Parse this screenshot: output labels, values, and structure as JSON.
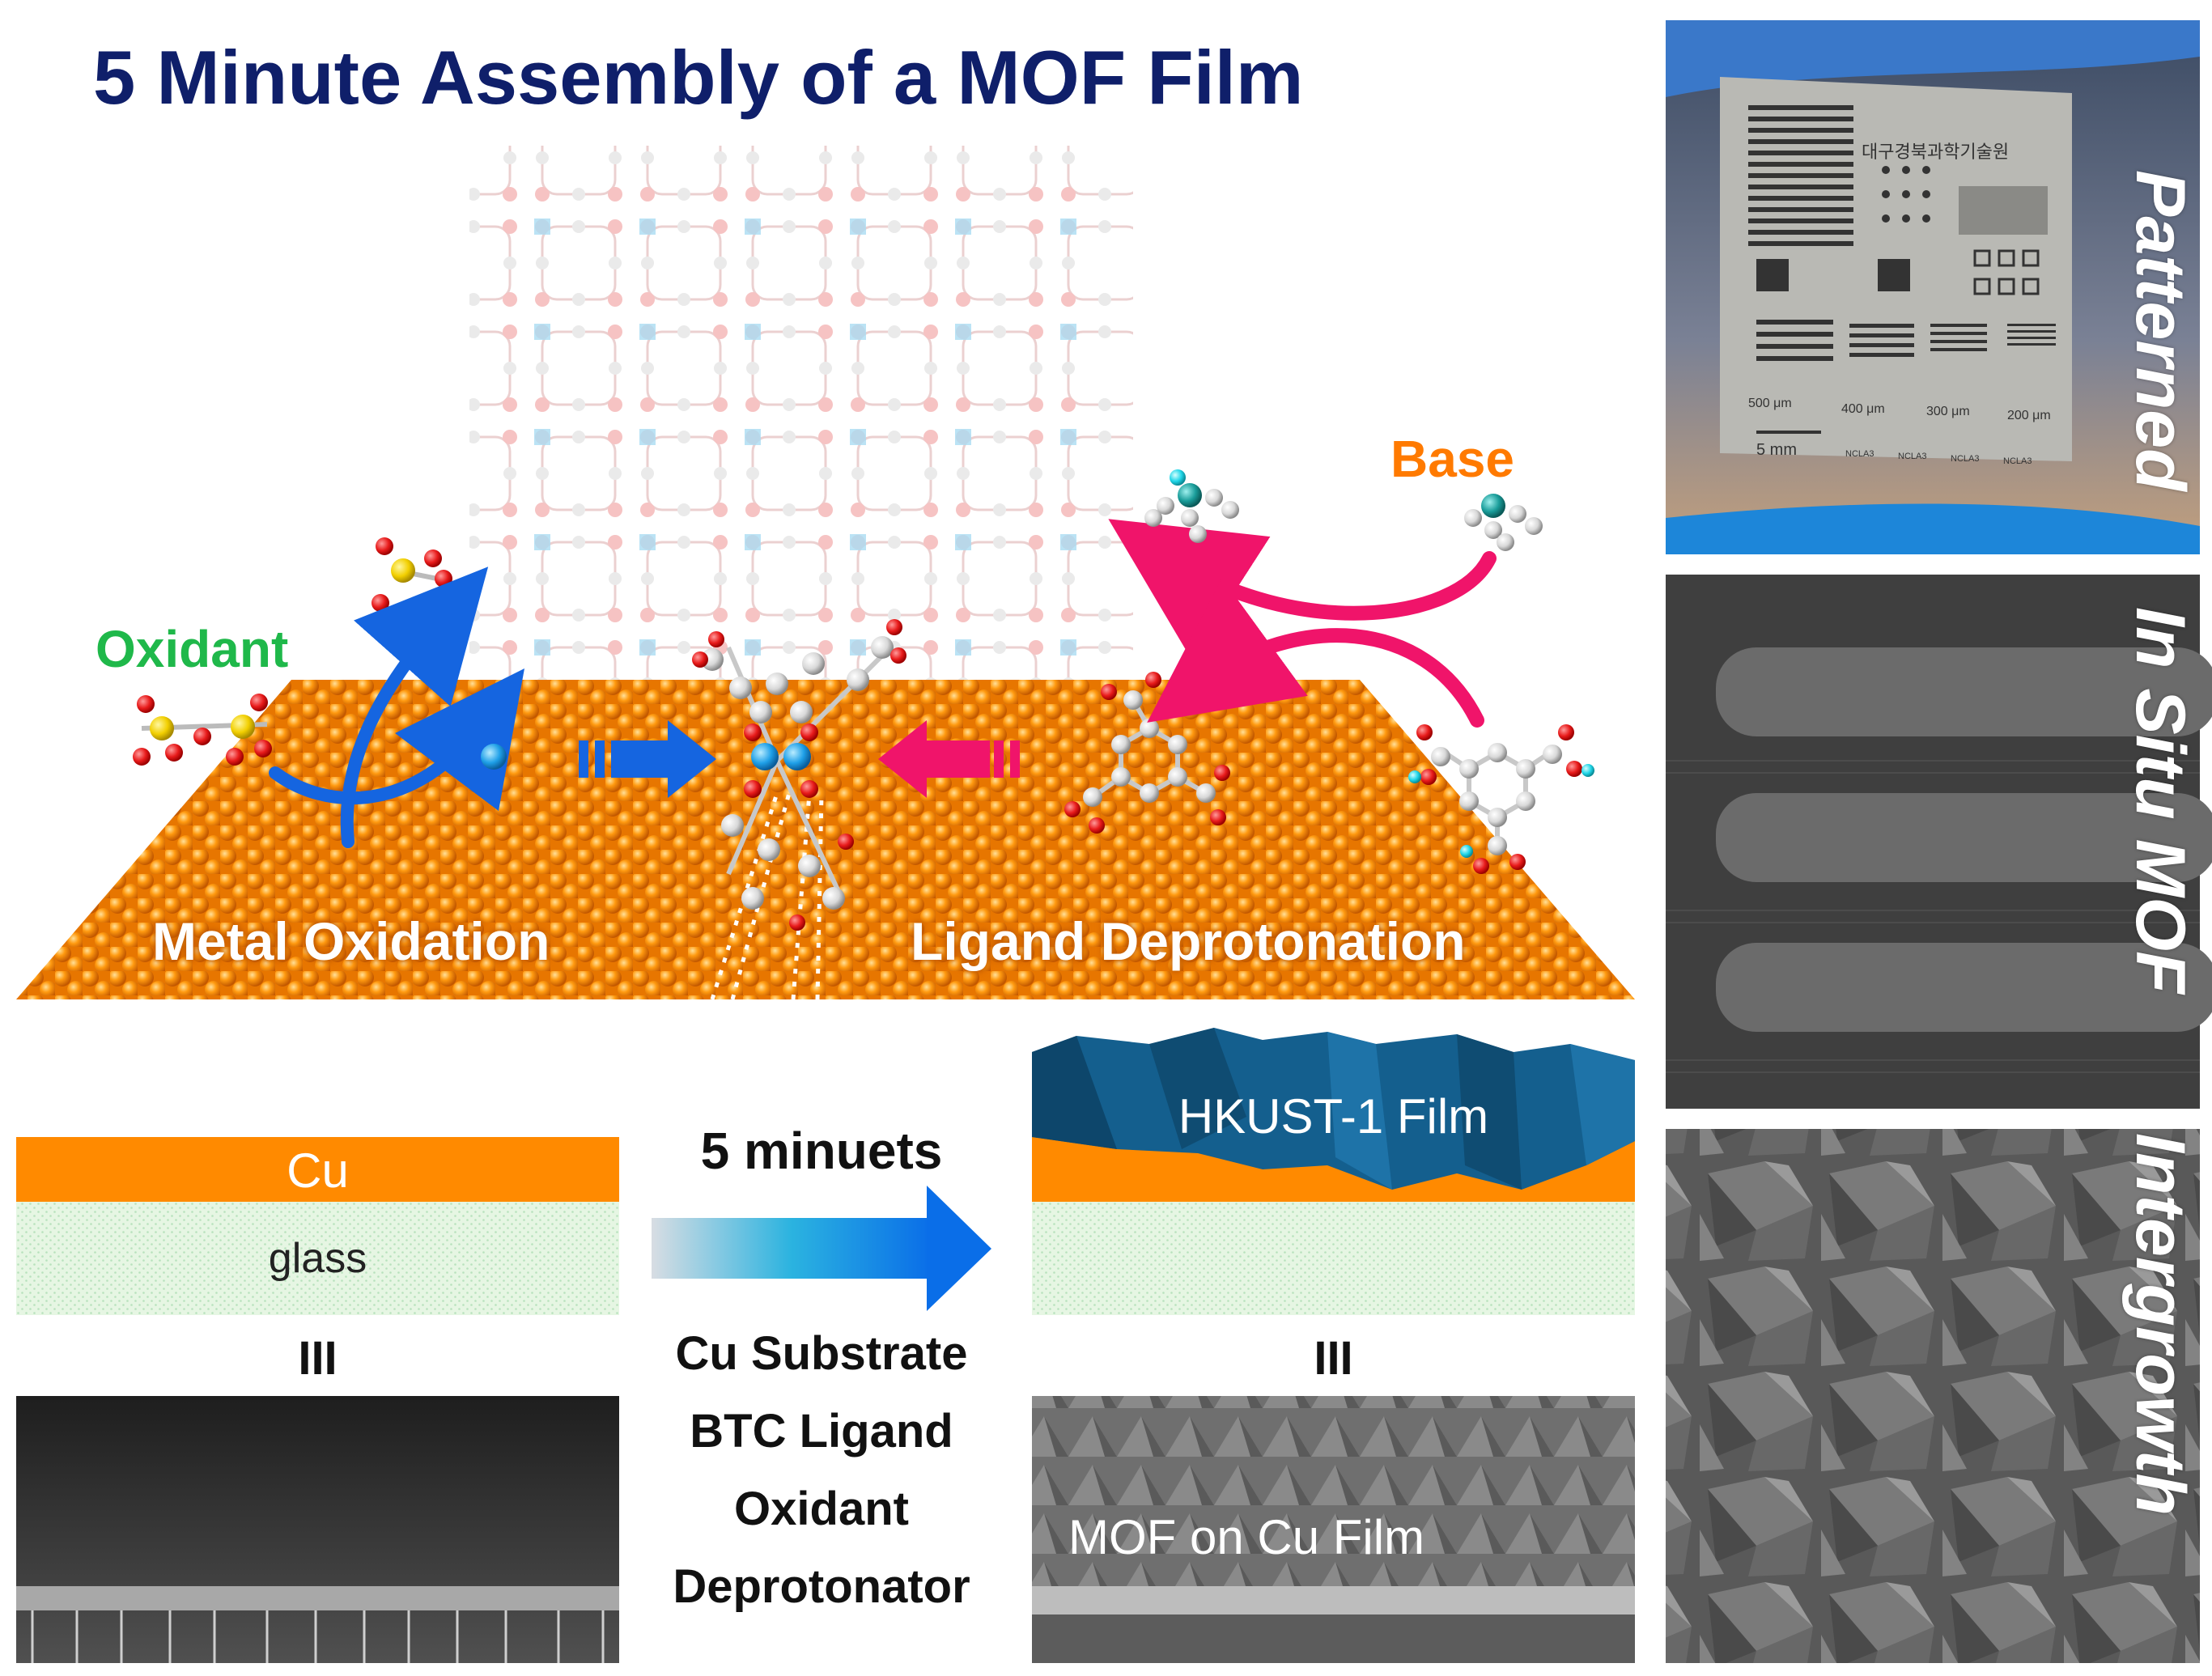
{
  "title": "5 Minute Assembly of a MOF Film",
  "labels": {
    "oxidant": "Oxidant",
    "base": "Base",
    "metal_oxidation": "Metal Oxidation",
    "ligand_deprotonation": "Ligand Deprotonation"
  },
  "left_stack": {
    "cu": "Cu",
    "glass": "glass",
    "divider": "III"
  },
  "middle": {
    "time": "5 minuets",
    "conditions": [
      "Cu Substrate",
      "BTC Ligand",
      "Oxidant",
      "Deprotonator"
    ]
  },
  "right_stack": {
    "film": "HKUST-1 Film",
    "divider": "III",
    "sem_caption": "MOF on Cu Film"
  },
  "side_panels": {
    "patterned": "Patterned",
    "in_situ": "In Situ MOF",
    "intergrowth": "Intergrowth",
    "sample_text": "대구경북과학기술원",
    "scale_labels": [
      "500 μm",
      "400 μm",
      "300 μm",
      "200 μm"
    ],
    "scale_bar": "5 mm",
    "ncla_labels": [
      "NCLA3",
      "NCLA3",
      "NCLA3",
      "NCLA3"
    ]
  },
  "colors": {
    "title": "#0f1f6a",
    "copper": "#ff8a00",
    "glass": "#e6f6e3",
    "film": "#145f8e",
    "oxidant_arrow": "#1565e0",
    "base_arrow": "#f0146a",
    "oxidant_label": "#1fb84a",
    "base_label": "#ff7a00"
  }
}
